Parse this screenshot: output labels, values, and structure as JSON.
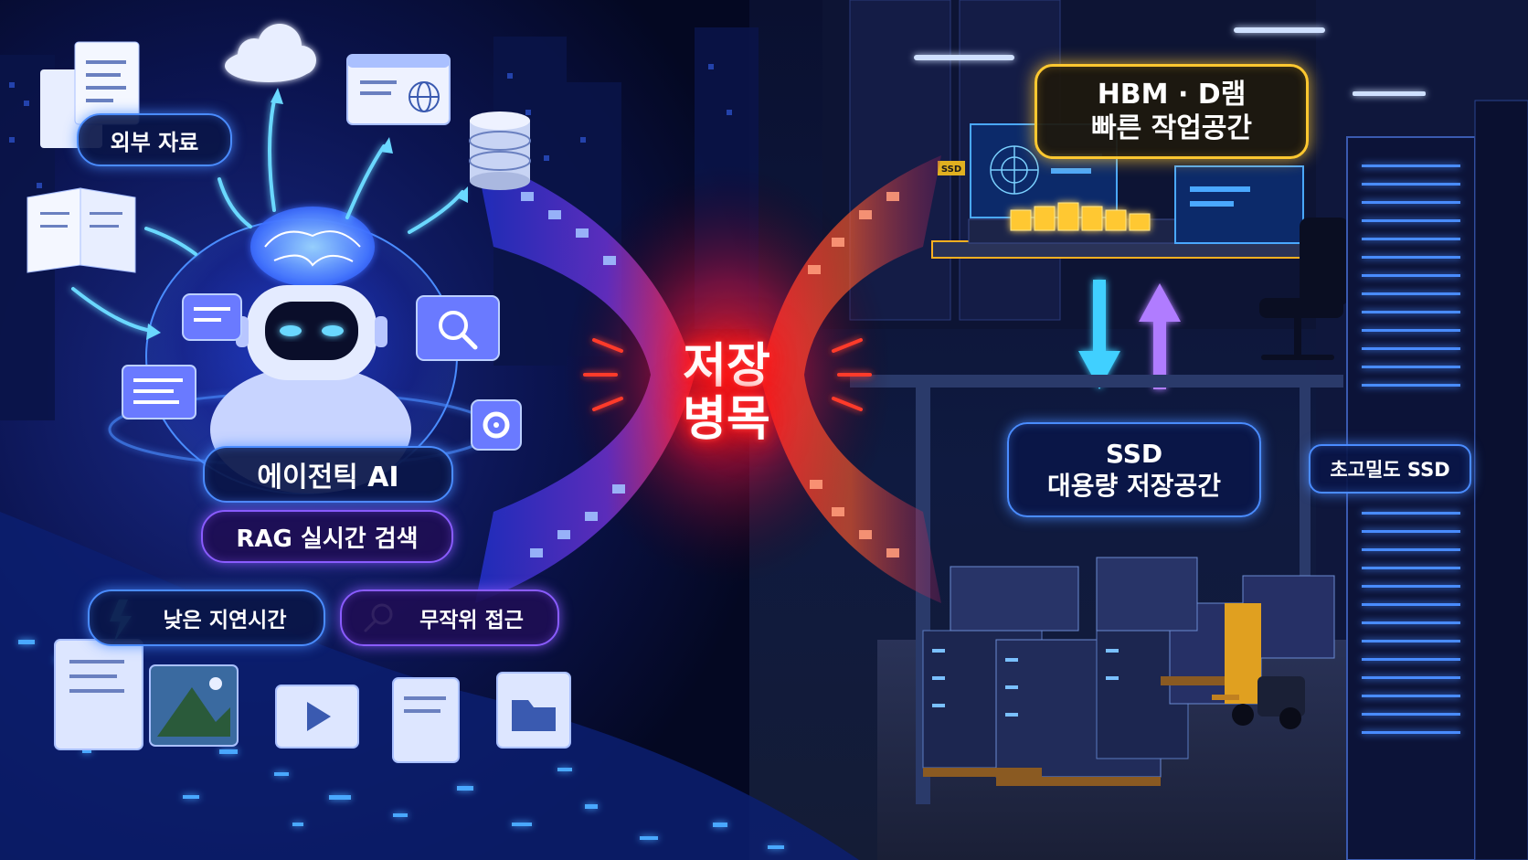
{
  "labels": {
    "external_data": "외부 자료",
    "agentic_ai": "에이전틱 AI",
    "rag_search": "RAG 실시간 검색",
    "low_latency": "낮은 지연시간",
    "random_access": "무작위 접근",
    "bottleneck_line1": "저장",
    "bottleneck_line2": "병목",
    "hbm_line1": "HBM · D램",
    "hbm_line2": "빠른 작업공간",
    "ssd_line1": "SSD",
    "ssd_line2": "대용량 저장공간",
    "high_density_ssd": "초고밀도 SSD",
    "rack_tag": "SSD"
  },
  "icons": [
    "document-icon",
    "cloud-icon",
    "web-page-icon",
    "database-icon",
    "book-icon",
    "brain-icon",
    "robot-icon",
    "chat-icon",
    "search-icon",
    "gear-icon",
    "lightning-icon",
    "image-icon",
    "video-icon",
    "folder-icon",
    "arrow-down-icon",
    "arrow-up-icon",
    "forklift-icon",
    "office-chair-icon"
  ],
  "colors": {
    "background": "#050a24",
    "blue_glow": "#4a8cff",
    "purple_glow": "#8a5cff",
    "gold_glow": "#ffc830",
    "red_glow": "#ff2a2a",
    "cyan_arrow": "#3fd0ff",
    "violet_arrow": "#b07bff"
  }
}
